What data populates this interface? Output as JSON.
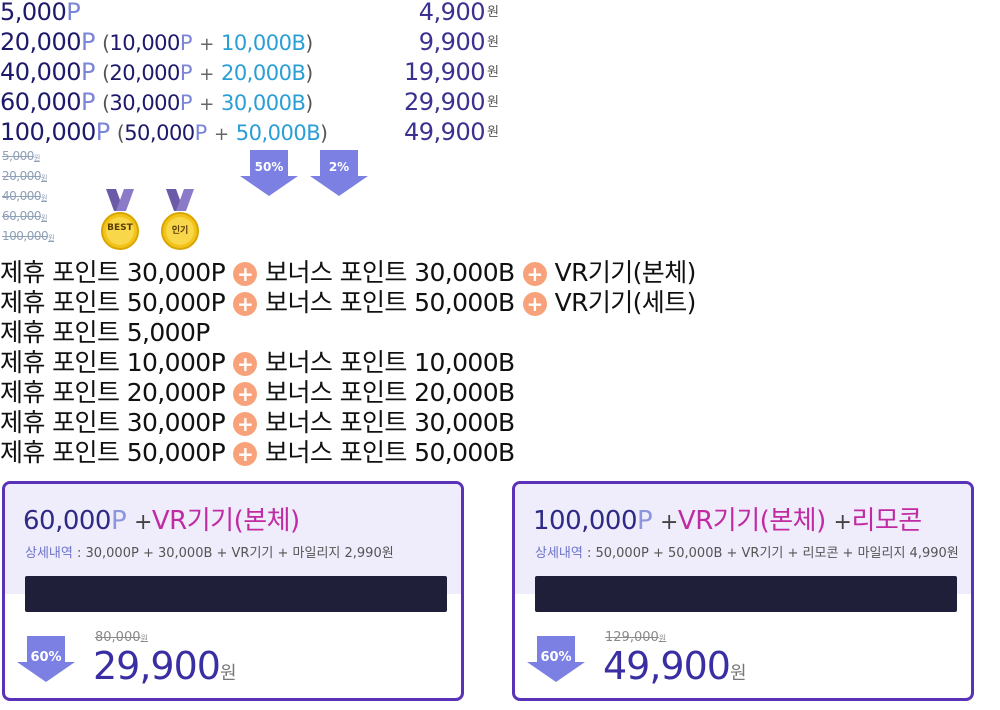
{
  "price_list": [
    {
      "points": "5,000",
      "p": "P",
      "detail": null,
      "price": "4,900",
      "unit": "원"
    },
    {
      "points": "20,000",
      "p": "P",
      "detail": {
        "pa": "10,000",
        "pu": "P",
        "plus": "+",
        "ba": "10,000",
        "bu": "B"
      },
      "price": "9,900",
      "unit": "원"
    },
    {
      "points": "40,000",
      "p": "P",
      "detail": {
        "pa": "20,000",
        "pu": "P",
        "plus": "+",
        "ba": "20,000",
        "bu": "B"
      },
      "price": "19,900",
      "unit": "원"
    },
    {
      "points": "60,000",
      "p": "P",
      "detail": {
        "pa": "30,000",
        "pu": "P",
        "plus": "+",
        "ba": "30,000",
        "bu": "B"
      },
      "price": "29,900",
      "unit": "원"
    },
    {
      "points": "100,000",
      "p": "P",
      "detail": {
        "pa": "50,000",
        "pu": "P",
        "plus": "+",
        "ba": "50,000",
        "bu": "B"
      },
      "price": "49,900",
      "unit": "원"
    }
  ],
  "strike_prices": [
    {
      "v": "5,000",
      "u": "원"
    },
    {
      "v": "20,000",
      "u": "원"
    },
    {
      "v": "40,000",
      "u": "원"
    },
    {
      "v": "60,000",
      "u": "원"
    },
    {
      "v": "100,000",
      "u": "원"
    }
  ],
  "discount_arrows": [
    "50%",
    "2%"
  ],
  "medals": [
    "BEST",
    "인기"
  ],
  "offer_lines": [
    {
      "a": "제휴 포인트 30,000P",
      "b": "보너스 포인트 30,000B",
      "c": "VR기기(본체)"
    },
    {
      "a": "제휴 포인트 50,000P",
      "b": "보너스 포인트 50,000B",
      "c": "VR기기(세트)"
    },
    {
      "a": "제휴 포인트 5,000P",
      "b": null,
      "c": null
    },
    {
      "a": "제휴 포인트 10,000P",
      "b": "보너스 포인트 10,000B",
      "c": null
    },
    {
      "a": "제휴 포인트 20,000P",
      "b": "보너스 포인트 20,000B",
      "c": null
    },
    {
      "a": "제휴 포인트 30,000P",
      "b": "보너스 포인트 30,000B",
      "c": null
    },
    {
      "a": "제휴 포인트 50,000P",
      "b": "보너스 포인트 50,000B",
      "c": null
    }
  ],
  "plus_symbol": "+",
  "cards": [
    {
      "points": "60,000",
      "pu": "P",
      "plus": "+",
      "item": "VR기기(본체)",
      "extra": null,
      "detail_label": "상세내역",
      "detail_text": " : 30,000P + 30,000B + VR기기 + 마일리지 2,990원",
      "discount": "60%",
      "old_price": "80,000",
      "old_unit": "원",
      "price": "29,900",
      "price_unit": "원"
    },
    {
      "points": "100,000",
      "pu": "P",
      "plus": "+",
      "item": "VR기기(본체)",
      "extra_plus": "+",
      "extra": "리모콘",
      "detail_label": "상세내역",
      "detail_text": " : 50,000P + 50,000B + VR기기 + 리모콘 + 마일리지 4,990원",
      "discount": "60%",
      "old_price": "129,000",
      "old_unit": "원",
      "price": "49,900",
      "price_unit": "원"
    }
  ],
  "colors": {
    "accent": "#5a32b8",
    "arrow": "#7b80e2",
    "plus_circle": "#f7a27a",
    "medal_gold": "#f2c318",
    "ribbon": "#6b5aa8"
  }
}
